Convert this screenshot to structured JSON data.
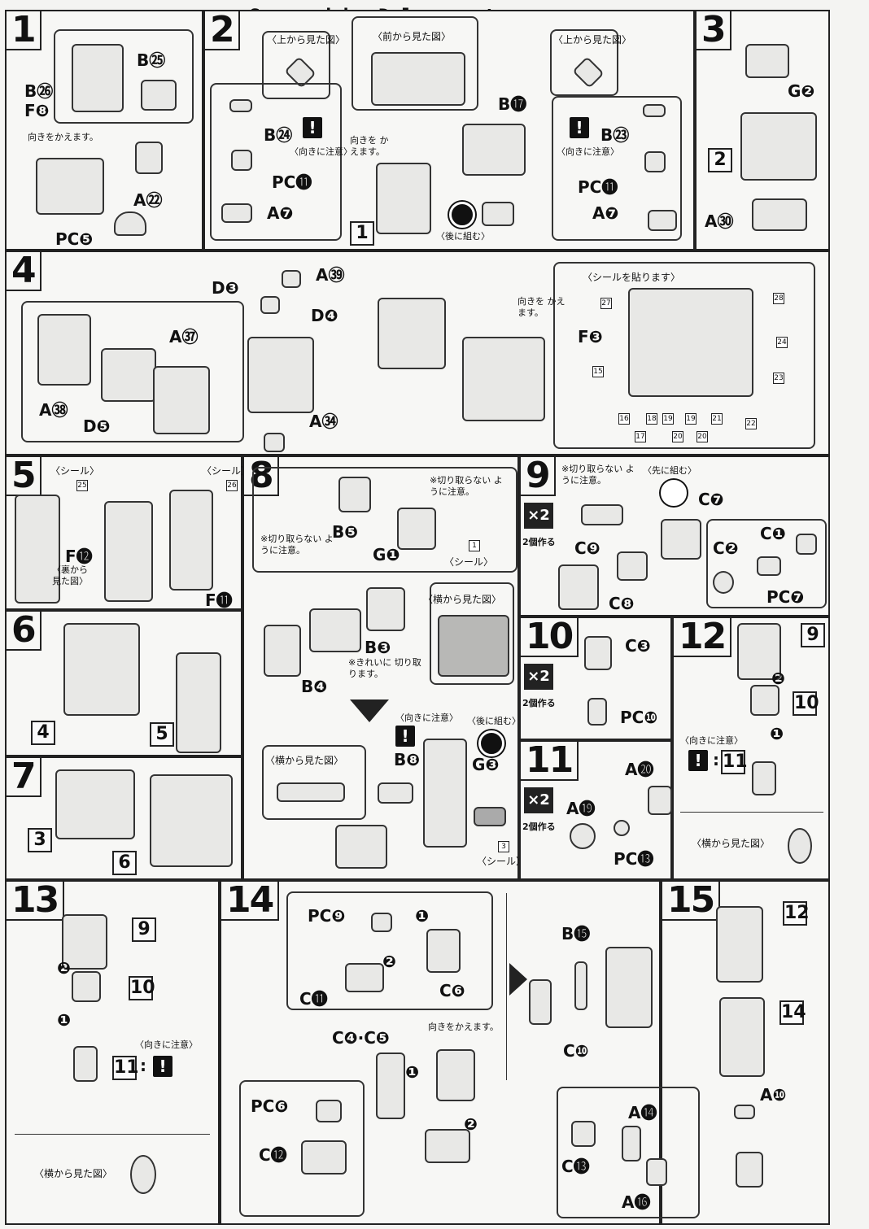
{
  "header": {
    "scan_credit": "Scanned by Dalong.net"
  },
  "steps": {
    "s1": {
      "num": "1",
      "labels": {
        "b25": "B㉕",
        "b26": "B㉖",
        "f8": "F❽",
        "a22": "A㉒",
        "pc5": "PC❺"
      },
      "note": "向きをかえます。"
    },
    "s2": {
      "num": "2",
      "front_view": "〈前から見た図〉",
      "top_view_left": "〈上から見た図〉",
      "top_view_right": "〈上から見た図〉",
      "labels": {
        "b24": "B㉔",
        "pc11a": "PC⓫",
        "a7a": "A❼",
        "b17": "B⓱",
        "b23": "B㉓",
        "pc11b": "PC⓫",
        "a7b": "A❼"
      },
      "note_turn": "向きを かえます。",
      "note_dir": "〈向きに注意〉",
      "note_dir2": "〈向きに注意〉",
      "note_back": "〈後に組む〉",
      "ref1": "1"
    },
    "s3": {
      "num": "3",
      "labels": {
        "g2": "G❷",
        "a30": "A㉚"
      },
      "ref2": "2"
    },
    "s4": {
      "num": "4",
      "labels": {
        "d3": "D❸",
        "a39": "A㊴",
        "d4": "D❹",
        "a37": "A㊲",
        "a38": "A㊳",
        "d5": "D❺",
        "a34": "A㉞",
        "f3": "F❸"
      },
      "sticker": "〈シールを貼ります〉",
      "note_turn": "向きを かえます。",
      "nums": [
        "27",
        "28",
        "24",
        "15",
        "23",
        "16",
        "18",
        "19",
        "19",
        "21",
        "22",
        "17",
        "20",
        "20"
      ]
    },
    "s5": {
      "num": "5",
      "sticker_left": "〈シール〉",
      "sticker_right": "〈シール〉",
      "n25": "25",
      "n26": "26",
      "labels": {
        "f12": "F⓬",
        "f11": "F⓫"
      },
      "back_view": "〈裏から 見た図〉"
    },
    "s6": {
      "num": "6",
      "ref4": "4",
      "ref5": "5"
    },
    "s7": {
      "num": "7",
      "ref3": "3",
      "ref6": "6"
    },
    "s8": {
      "num": "8",
      "labels": {
        "b5": "B❺",
        "g1": "G❶",
        "b3": "B❸",
        "b4": "B❹",
        "b8": "B❽",
        "g3": "G❸"
      },
      "note_cut1": "※切り取らない ように注意。",
      "note_cut2": "※切り取らない ように注意。",
      "note_clean": "※きれいに 切り取ります。",
      "sticker": "〈シール〉",
      "n1": "1",
      "side_view": "〈横から見た図〉",
      "side_view2": "〈横から見た図〉",
      "note_dir": "〈向きに注意〉",
      "note_back": "〈後に組む〉",
      "sticker2": "〈シール〉",
      "n3": "3"
    },
    "s9": {
      "num": "9",
      "x2": "×2",
      "make2": "2個作る",
      "note_cut": "※切り取らない ように注意。",
      "note_first": "〈先に組む〉",
      "labels": {
        "c7": "C❼",
        "c9": "C❾",
        "c1": "C❶",
        "c2": "C❷",
        "c8": "C❽",
        "pc7": "PC❼"
      }
    },
    "s10": {
      "num": "10",
      "x2": "×2",
      "make2": "2個作る",
      "labels": {
        "c3": "C❸",
        "pc10": "PC❿"
      }
    },
    "s11": {
      "num": "11",
      "x2": "×2",
      "make2": "2個作る",
      "labels": {
        "a20": "A⓴",
        "a19": "A⓳",
        "pc13": "PC⓭"
      }
    },
    "s12": {
      "num": "12",
      "ref9": "9",
      "ref10": "10",
      "ref11": "11",
      "note_dir": "〈向きに注意〉",
      "side_view": "〈横から見た図〉",
      "colon": ":"
    },
    "s13": {
      "num": "13",
      "ref9": "9",
      "ref10": "10",
      "ref11": "11",
      "note_dir": "〈向きに注意〉",
      "side_view": "〈横から見た図〉",
      "colon": ":"
    },
    "s14": {
      "num": "14",
      "labels": {
        "pc9": "PC❾",
        "c11": "C⓫",
        "c6": "C❻",
        "c4c5": "C❹·C❺",
        "pc6": "PC❻",
        "c12": "C⓬",
        "b15": "B⓯",
        "c10": "C❿"
      },
      "note_turn": "向きをかえます。"
    },
    "s15": {
      "num": "15",
      "ref12": "12",
      "ref14": "14",
      "labels": {
        "a10": "A❿",
        "a14": "A⓮",
        "c13": "C⓭",
        "a16": "A⓰"
      }
    }
  },
  "step_marks": {
    "one": "❶",
    "two": "❷"
  },
  "warn_symbol": "!"
}
